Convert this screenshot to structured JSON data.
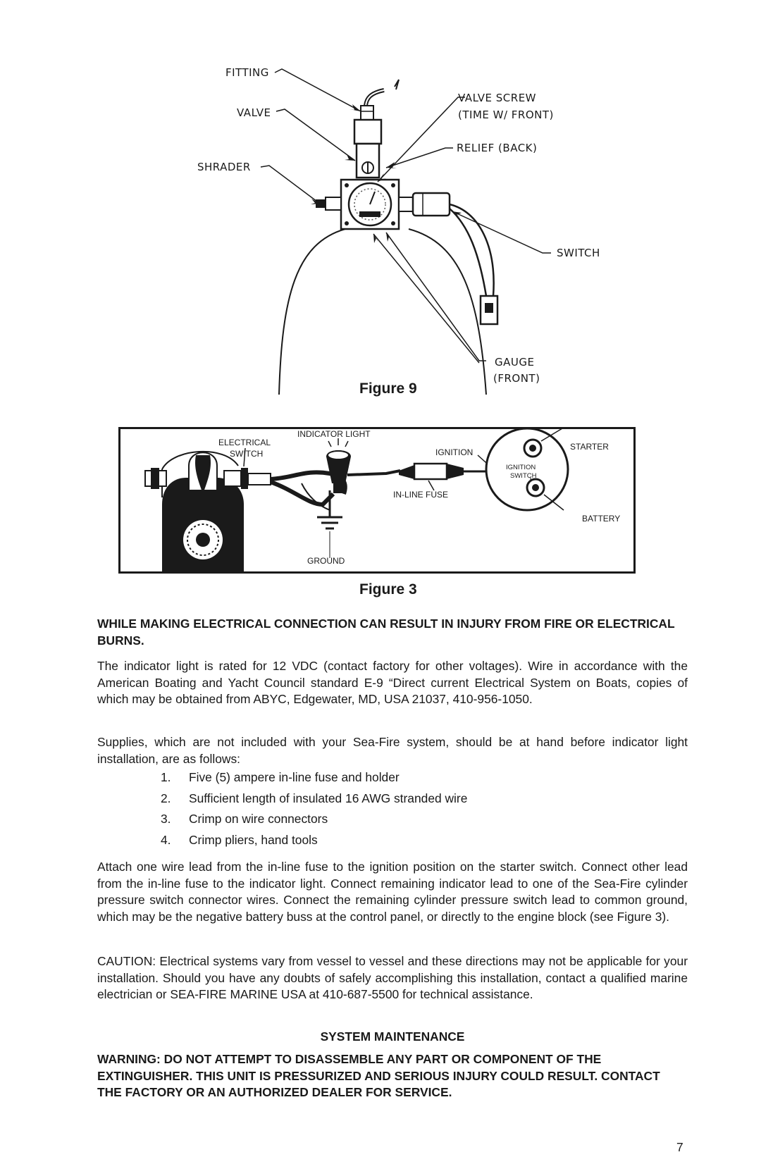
{
  "figure9": {
    "caption": "Figure 9",
    "labels": {
      "fitting": "FITTING",
      "valve": "VALVE",
      "shrader": "SHRADER",
      "valve_screw_1": "VALVE SCREW",
      "valve_screw_2": "(TIME W/ FRONT)",
      "relief": "RELIEF (BACK)",
      "switch": "SWITCH",
      "gauge_1": "GAUGE",
      "gauge_2": "(FRONT)"
    }
  },
  "figure3": {
    "caption": "Figure 3",
    "labels": {
      "electrical_switch_1": "ELECTRICAL",
      "electrical_switch_2": "SWITCH",
      "indicator_light": "INDICATOR LIGHT",
      "starter": "STARTER",
      "ignition": "IGNITION",
      "ignition_switch_1": "IGNITION",
      "ignition_switch_2": "SWITCH",
      "inline_fuse": "IN-LINE FUSE",
      "battery": "BATTERY",
      "ground": "GROUND"
    }
  },
  "warning_heading": "WHILE MAKING ELECTRICAL CONNECTION CAN RESULT IN INJURY FROM FIRE OR ELECTRICAL BURNS.",
  "para_indicator": "The indicator light is rated for 12 VDC (contact factory for other voltages). Wire in accordance with the American Boating and Yacht Council standard E-9 “Direct current Electrical System on Boats, copies of which may be obtained from ABYC, Edgewater, MD, USA 21037, 410-956-1050.",
  "para_supplies": "Supplies, which are not included with your Sea-Fire system, should be at hand before indicator light installation, are as follows:",
  "supplies": [
    {
      "num": "1.",
      "text": "Five (5) ampere in-line fuse and holder"
    },
    {
      "num": "2.",
      "text": "Sufficient length of insulated 16 AWG stranded wire"
    },
    {
      "num": "3.",
      "text": "Crimp on wire connectors"
    },
    {
      "num": "4.",
      "text": "Crimp pliers, hand tools"
    }
  ],
  "para_attach": "Attach one wire lead from the in-line fuse to the ignition position on the starter switch. Connect other lead from the in-line fuse to the indicator light. Connect remaining indicator lead to one of the Sea-Fire cylinder pressure switch connector wires. Connect the remaining cylinder pressure switch lead to common ground, which may be the negative battery buss at the control panel, or directly to the engine block (see Figure 3).",
  "para_caution": "CAUTION: Electrical systems vary from vessel to vessel and these directions may not be applicable for your installation. Should you have any doubts of safely accomplishing this installation, contact a qualified marine electrician or SEA-FIRE MARINE USA at 410-687-5500 for technical assistance.",
  "maintenance_heading": "SYSTEM MAINTENANCE",
  "maintenance_warning": "WARNING: DO NOT ATTEMPT TO DISASSEMBLE ANY PART OR COMPONENT OF THE EXTINGUISHER. THIS UNIT IS PRESSURIZED AND SERIOUS INJURY COULD RESULT. CONTACT THE FACTORY OR AN AUTHORIZED DEALER FOR SERVICE.",
  "page_number": "7"
}
